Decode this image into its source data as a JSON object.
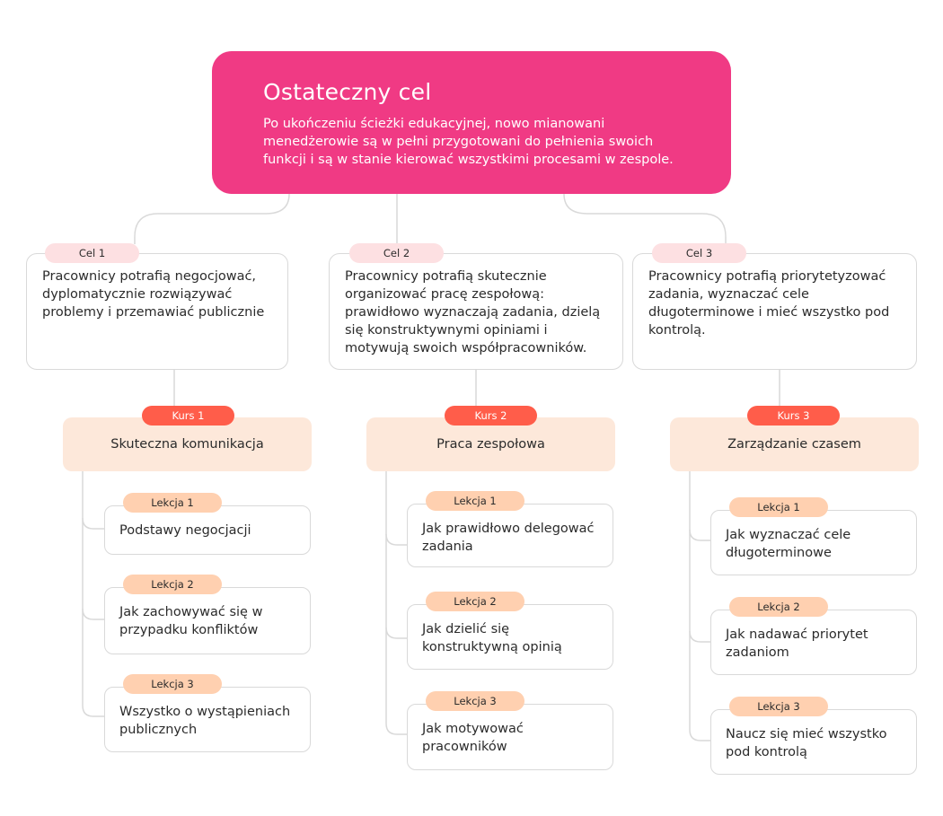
{
  "goal": {
    "title": "Ostateczny cel",
    "text": "Po ukończeniu ścieżki edukacyjnej, nowo mianowani menedżerowie są w pełni przygotowani do pełnienia swoich funkcji i są w stanie kierować wszystkimi procesami w zespole."
  },
  "columns": [
    {
      "cel": {
        "label": "Cel 1",
        "text": "Pracownicy potrafią negocjować, dyplomatycznie rozwiązywać problemy i przemawiać publicznie"
      },
      "kurs": {
        "label": "Kurs 1",
        "title": "Skuteczna komunikacja"
      },
      "lessons": [
        {
          "label": "Lekcja 1",
          "text": "Podstawy negocjacji"
        },
        {
          "label": "Lekcja 2",
          "text": "Jak zachowywać się w przypadku konfliktów"
        },
        {
          "label": "Lekcja 3",
          "text": "Wszystko o wystąpieniach publicznych"
        }
      ]
    },
    {
      "cel": {
        "label": "Cel 2",
        "text": "Pracownicy potrafią skutecznie organizować pracę zespołową: prawidłowo wyznaczają zadania, dzielą się konstruktywnymi opiniami i motywują swoich współpracowników."
      },
      "kurs": {
        "label": "Kurs 2",
        "title": "Praca zespołowa"
      },
      "lessons": [
        {
          "label": "Lekcja 1",
          "text": "Jak prawidłowo delegować zadania"
        },
        {
          "label": "Lekcja 2",
          "text": "Jak dzielić się konstruktywną opinią"
        },
        {
          "label": "Lekcja 3",
          "text": "Jak motywować pracowników"
        }
      ]
    },
    {
      "cel": {
        "label": "Cel 3",
        "text": "Pracownicy potrafią priorytetyzować zadania, wyznaczać cele długoterminowe i mieć wszystko pod kontrolą."
      },
      "kurs": {
        "label": "Kurs 3",
        "title": "Zarządzanie czasem"
      },
      "lessons": [
        {
          "label": "Lekcja 1",
          "text": "Jak wyznaczać cele długoterminowe"
        },
        {
          "label": "Lekcja 2",
          "text": "Jak nadawać priorytet zadaniom"
        },
        {
          "label": "Lekcja 3",
          "text": "Naucz się mieć wszystko pod kontrolą"
        }
      ]
    }
  ]
}
